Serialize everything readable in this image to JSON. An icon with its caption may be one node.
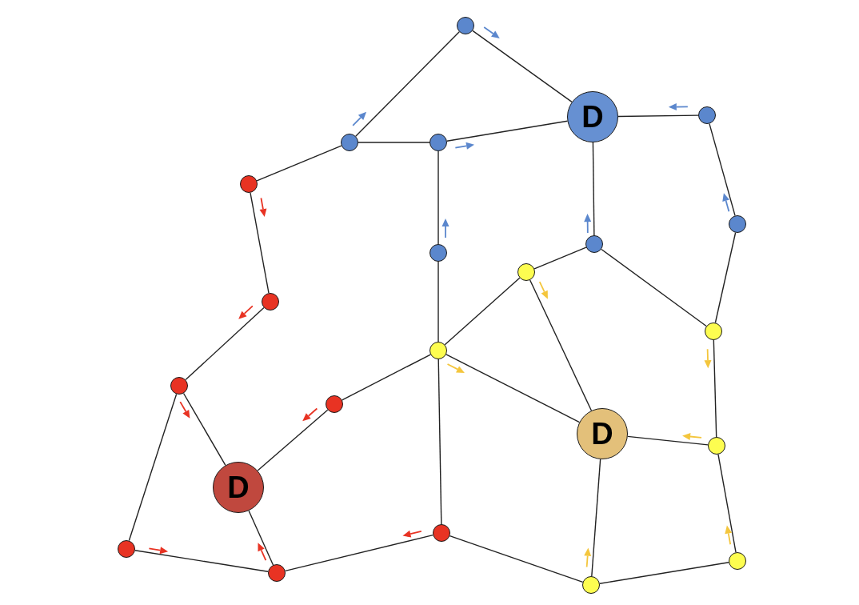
{
  "diagram": {
    "nodes": [
      {
        "text": [],
        "shape": "circle"
      },
      {
        "text": [
          "D"
        ]
      },
      {
        "text": [],
        "shape": "circle"
      },
      {
        "text": [],
        "shape": "circle"
      },
      {
        "text": [],
        "shape": "circle"
      },
      {
        "text": [],
        "shape": "circle"
      },
      {
        "text": [],
        "shape": "circle"
      },
      {
        "text": [],
        "shape": "circle"
      },
      {
        "text": [],
        "shape": "circle"
      },
      {
        "text": [],
        "shape": "circle"
      },
      {
        "text": [],
        "shape": "circle"
      },
      {
        "text": [],
        "shape": "circle"
      },
      {
        "text": [],
        "shape": "circle"
      },
      {
        "text": [],
        "shape": "circle"
      },
      {
        "text": [],
        "shape": "circle"
      },
      {
        "text": [
          "D"
        ]
      },
      {
        "text": [],
        "shape": "circle"
      },
      {
        "text": [
          "D"
        ]
      },
      {
        "text": [],
        "shape": "circle"
      },
      {
        "text": [],
        "shape": "circle"
      },
      {
        "text": [],
        "shape": "circle"
      },
      {
        "text": [],
        "shape": "circle"
      },
      {
        "text": [],
        "shape": "circle"
      }
    ],
    "edges": [
      {
        "from": 0,
        "to": 1,
        "arrow": "none"
      },
      {
        "from": 3,
        "to": 0,
        "arrow": "none"
      },
      {
        "from": 3,
        "to": 4,
        "arrow": "none"
      },
      {
        "from": 3,
        "to": 5,
        "arrow": "none"
      },
      {
        "from": 4,
        "to": 1,
        "arrow": "none"
      },
      {
        "from": 2,
        "to": 1,
        "arrow": "none"
      },
      {
        "from": 6,
        "to": 2,
        "arrow": "none"
      },
      {
        "from": 8,
        "to": 4,
        "arrow": "none"
      },
      {
        "from": 7,
        "to": 1,
        "arrow": "none"
      },
      {
        "from": 7,
        "to": 9,
        "arrow": "none"
      },
      {
        "from": 7,
        "to": 11,
        "arrow": "none"
      },
      {
        "from": 6,
        "to": 11,
        "arrow": "none"
      },
      {
        "from": 8,
        "to": 12,
        "arrow": "none"
      },
      {
        "from": 5,
        "to": 10,
        "arrow": "none"
      },
      {
        "from": 10,
        "to": 13,
        "arrow": "none"
      },
      {
        "from": 12,
        "to": 9,
        "arrow": "none"
      },
      {
        "from": 9,
        "to": 15,
        "arrow": "none"
      },
      {
        "from": 12,
        "to": 15,
        "arrow": "none"
      },
      {
        "from": 11,
        "to": 16,
        "arrow": "none"
      },
      {
        "from": 12,
        "to": 14,
        "arrow": "none"
      },
      {
        "from": 12,
        "to": 18,
        "arrow": "none"
      },
      {
        "from": 13,
        "to": 17,
        "arrow": "none"
      },
      {
        "from": 13,
        "to": 19,
        "arrow": "none"
      },
      {
        "from": 14,
        "to": 17,
        "arrow": "none"
      },
      {
        "from": 16,
        "to": 15,
        "arrow": "none"
      },
      {
        "from": 20,
        "to": 16,
        "arrow": "none"
      },
      {
        "from": 22,
        "to": 15,
        "arrow": "none"
      },
      {
        "from": 20,
        "to": 22,
        "arrow": "none"
      },
      {
        "from": 22,
        "to": 18,
        "arrow": "none"
      },
      {
        "from": 18,
        "to": 21,
        "arrow": "none"
      },
      {
        "from": 19,
        "to": 21,
        "arrow": "none"
      },
      {
        "from": 21,
        "to": 17,
        "arrow": "none"
      }
    ]
  }
}
